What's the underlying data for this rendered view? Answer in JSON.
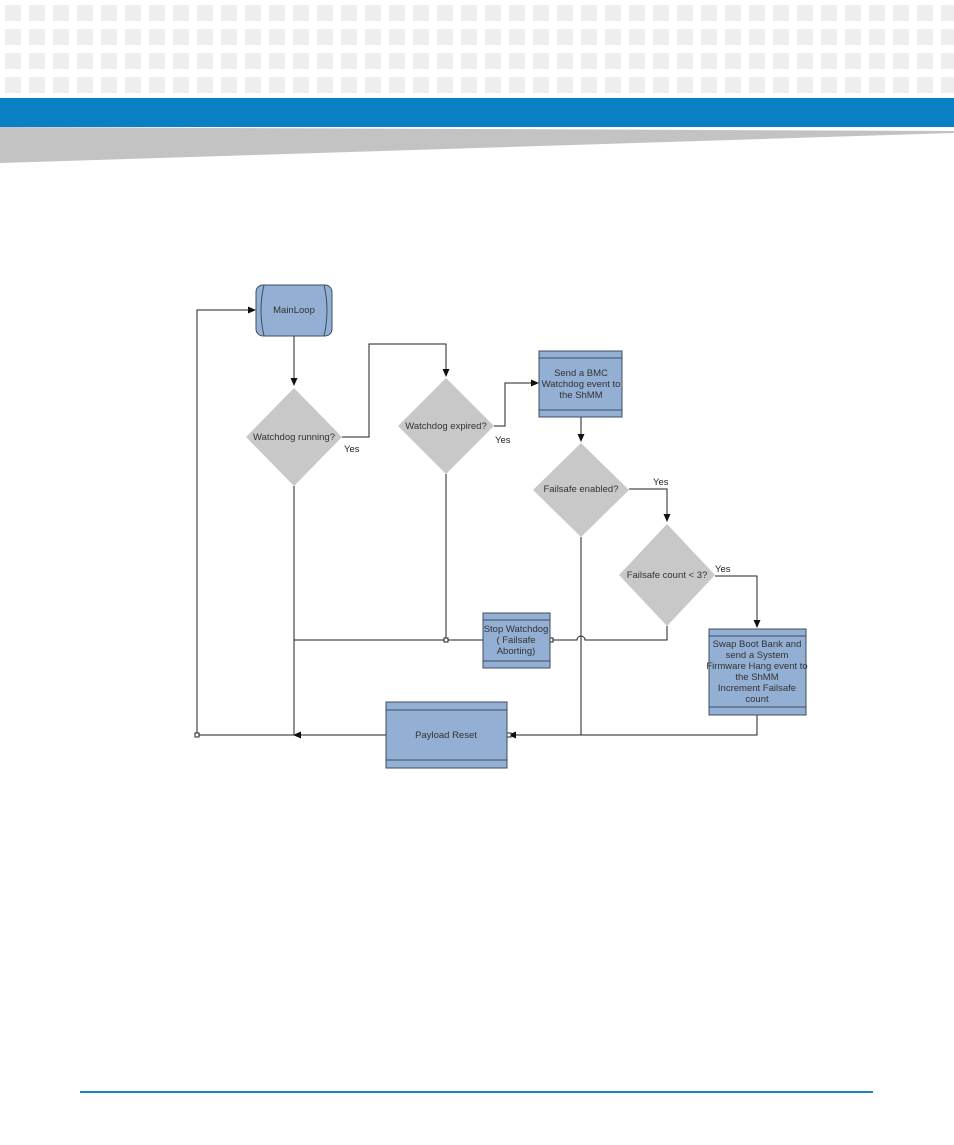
{
  "colors": {
    "header_blue": "#0a7fc3",
    "header_squares": "#eeeeee",
    "wedge_gray": "#c3c3c3",
    "process_fill": "#93afd4",
    "process_stroke": "#3b4c63",
    "decision_fill": "#c8c8c8",
    "connector": "#222222",
    "footer_rule": "#1c80c4"
  },
  "flowchart": {
    "start": {
      "label": "MainLoop"
    },
    "decisions": {
      "watchdog_running": "Watchdog running?",
      "watchdog_expired": "Watchdog expired?",
      "failsafe_enabled": "Failsafe enabled?",
      "failsafe_count": "Failsafe count < 3?"
    },
    "processes": {
      "send_event": [
        "Send a BMC",
        "Watchdog event to",
        "the ShMM"
      ],
      "stop_watchdog": [
        "Stop Watchdog",
        "( Failsafe",
        "Aborting)"
      ],
      "swap_boot": [
        "Swap Boot Bank and",
        "send a System",
        "Firmware Hang event to",
        "the ShMM",
        "Increment Failsafe",
        "count"
      ],
      "payload_reset": [
        "Payload Reset"
      ]
    },
    "yes_labels": {
      "running": "Yes",
      "expired": "Yes",
      "enabled": "Yes",
      "count": "Yes"
    }
  }
}
